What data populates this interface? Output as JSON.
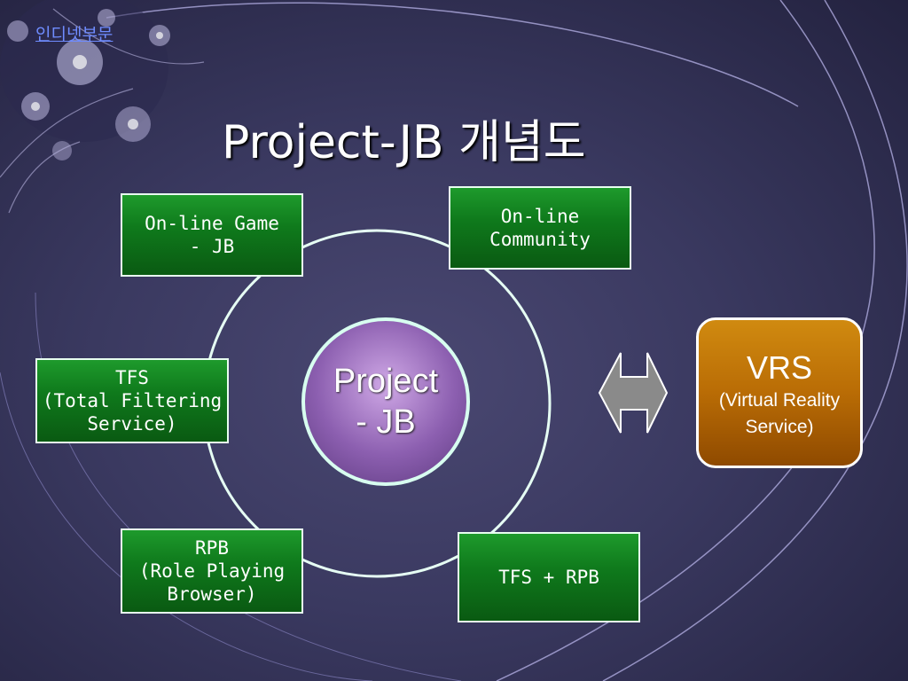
{
  "header": {
    "top_link": "인디넷부문",
    "title": "Project-JB 개념도"
  },
  "diagram": {
    "center": {
      "label": "Project\n- JB"
    },
    "nodes": [
      {
        "id": "online-game",
        "label": "On-line Game\n- JB"
      },
      {
        "id": "online-community",
        "label": "On-line\nCommunity"
      },
      {
        "id": "tfs",
        "label": "TFS\n(Total Filtering\nService)"
      },
      {
        "id": "rpb",
        "label": "RPB\n(Role Playing\nBrowser)"
      },
      {
        "id": "tfs-rpb",
        "label": "TFS + RPB"
      }
    ],
    "external": {
      "title": "VRS",
      "subtitle": "(Virtual Reality\nService)"
    }
  },
  "colors": {
    "node_fill": "#0f7a1c",
    "hub_fill": "#8c5fb0",
    "external_fill": "#b96c05",
    "arrow_fill": "#8a8a8a"
  },
  "icons": [
    "flower-decoration-icon",
    "double-arrow-icon"
  ]
}
